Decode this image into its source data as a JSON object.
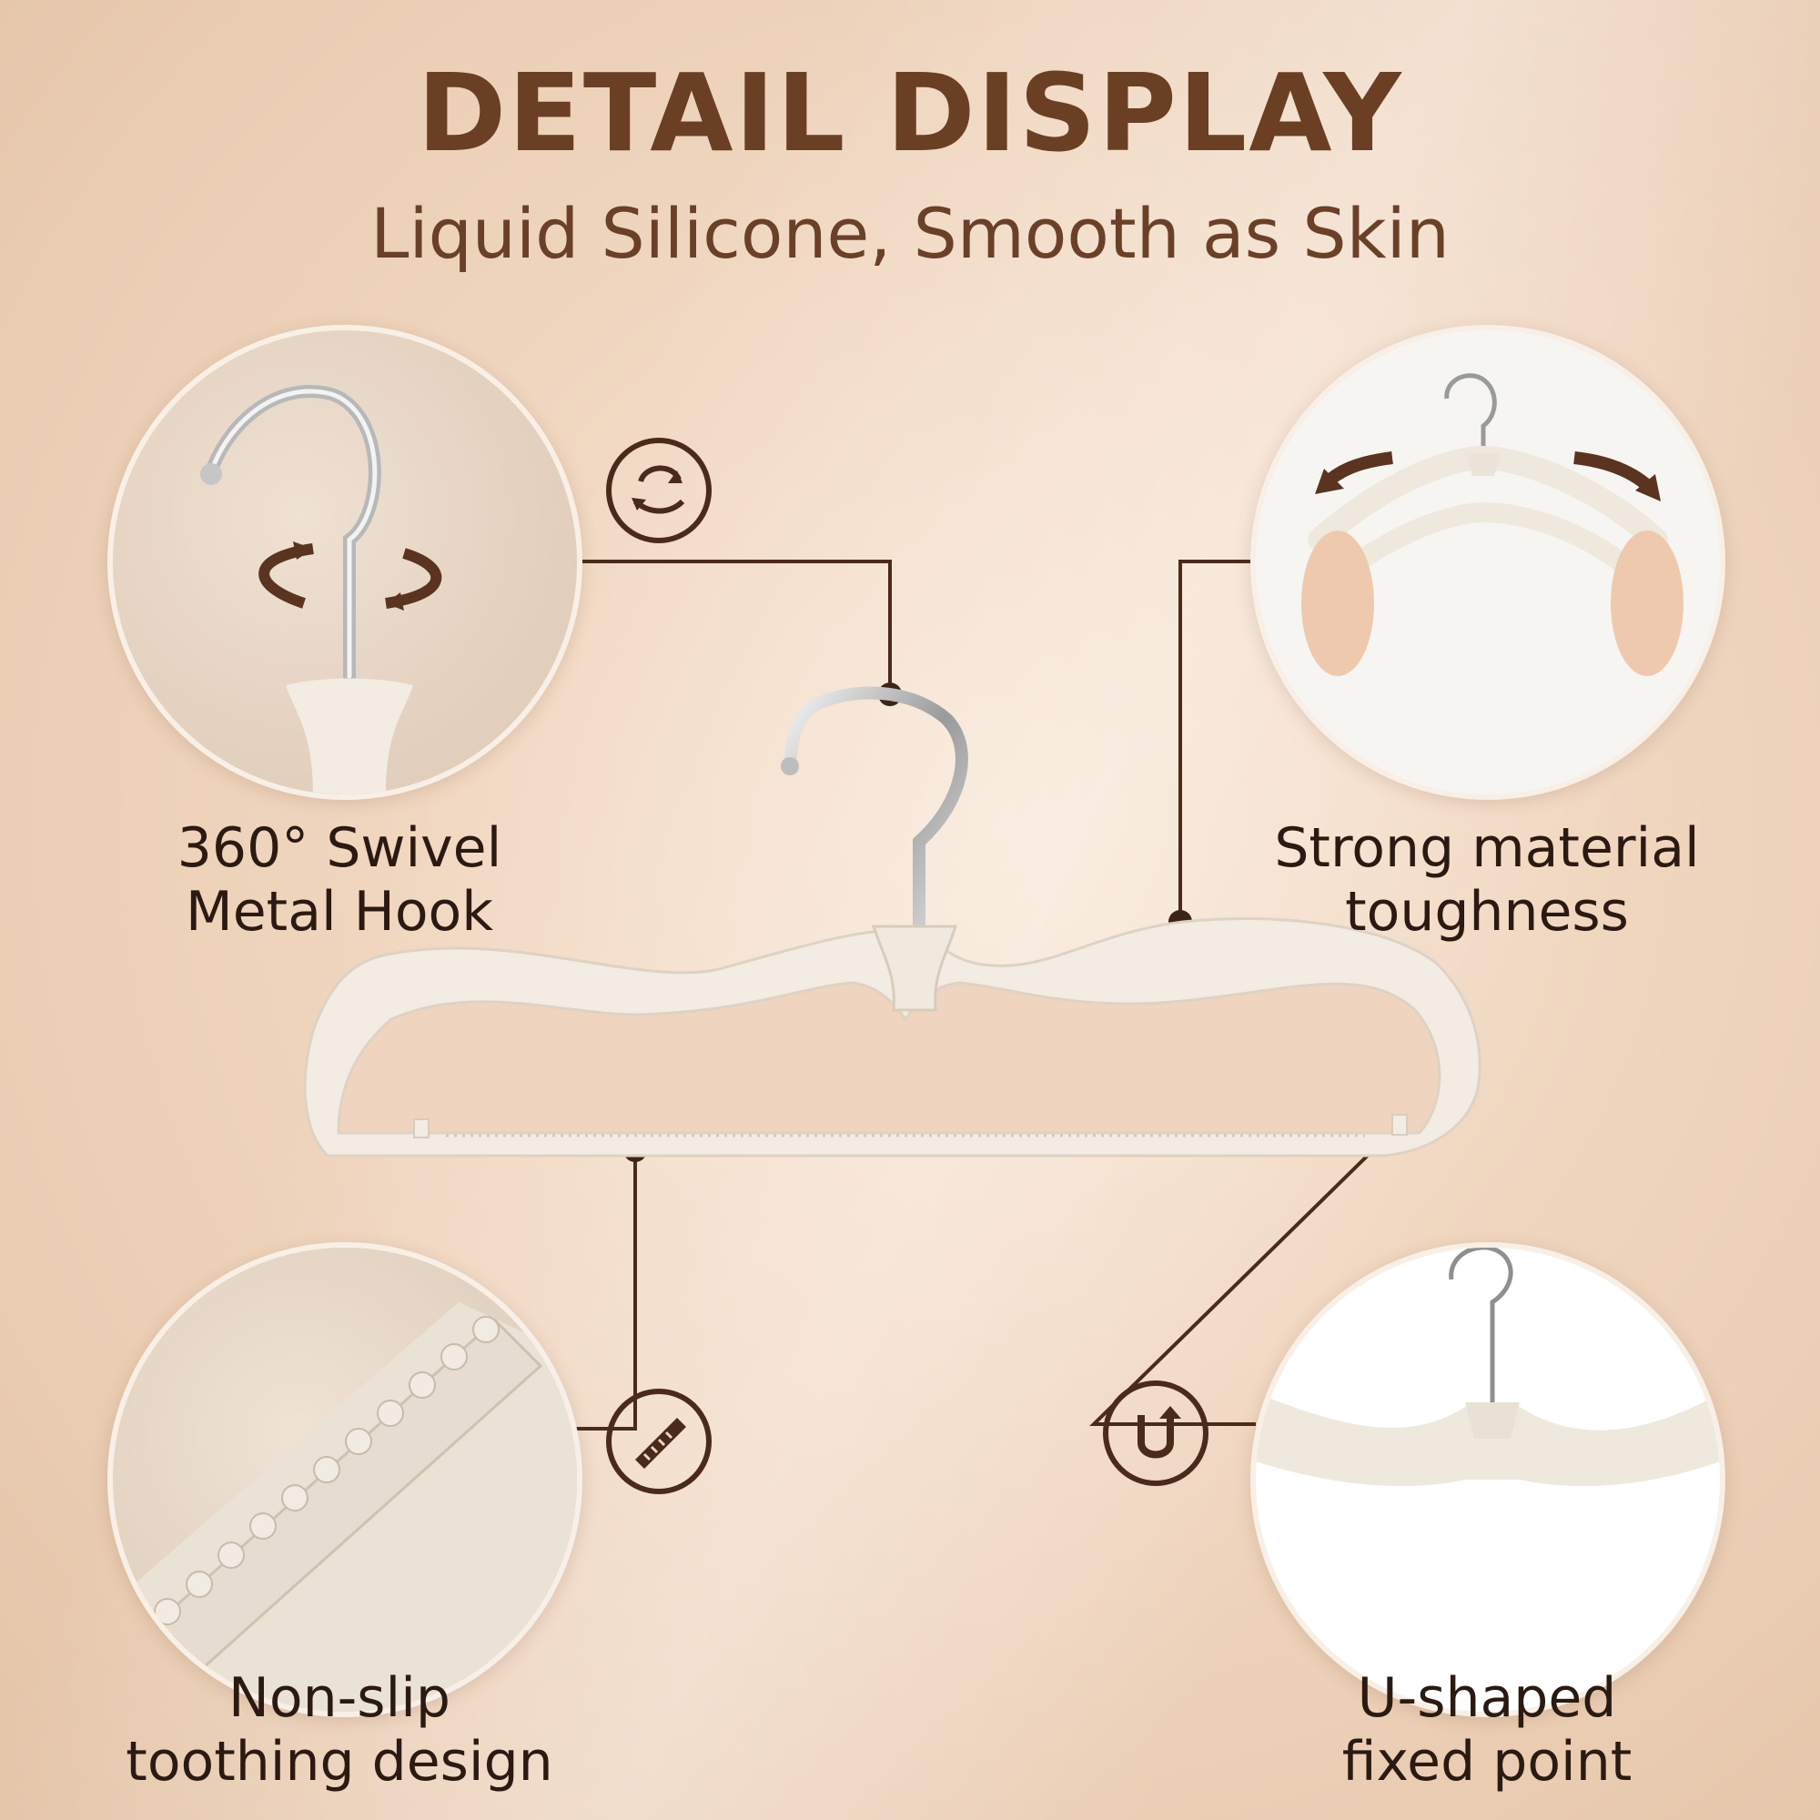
{
  "header": {
    "title": "DETAIL DISPLAY",
    "subtitle": "Liquid Silicone, Smooth as Skin"
  },
  "features": [
    {
      "line1": "360° Swivel",
      "line2": "Metal Hook",
      "icon": "rotate-icon"
    },
    {
      "line1": "Strong material",
      "line2": "toughness",
      "icon": "stretch-arrows-icon"
    },
    {
      "line1": "Non-slip",
      "line2": "toothing design",
      "icon": "toothing-icon"
    },
    {
      "line1": "U-shaped",
      "line2": "fixed point",
      "icon": "u-shape-icon"
    }
  ],
  "colors": {
    "accent": "#4a2a1a",
    "title": "#6b3f24",
    "hanger": "#f3ece2",
    "background": "#f0d6bf"
  }
}
